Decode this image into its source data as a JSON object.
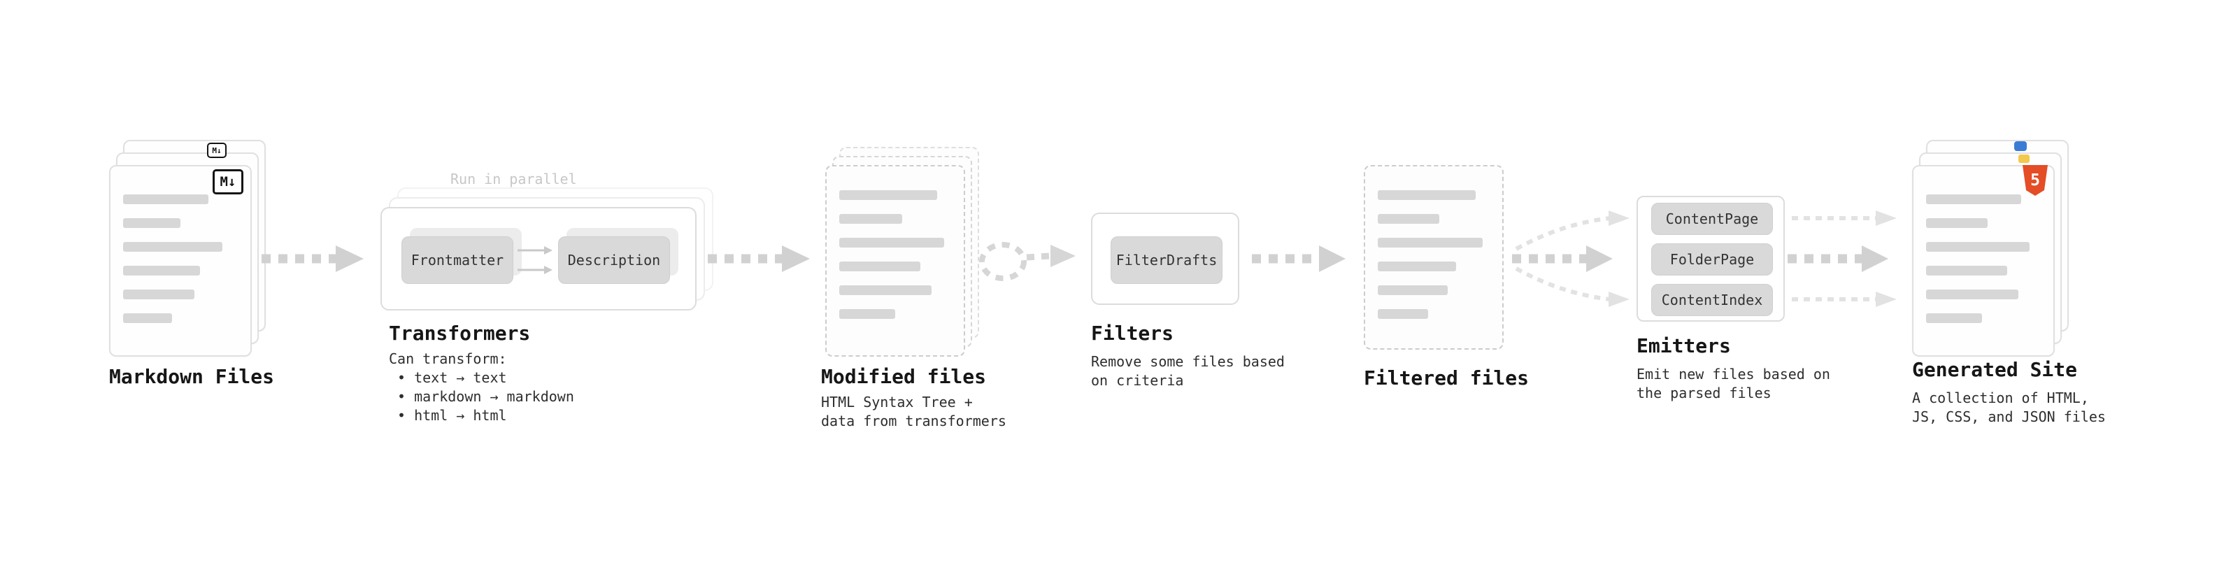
{
  "colors": {
    "background": "#ffffff",
    "label_text": "#161616",
    "description_text": "#2e2e2e",
    "muted_annotation": "#c7c7c7",
    "bar_fill": "#d7d7d7",
    "arrow": "#d1d1d1",
    "arrow_light": "#e2e2e2",
    "pill_background": "#d9d9d9",
    "box_border": "#dcdcdc",
    "html5_orange": "#e44d26",
    "badge_blue": "#3b7bd4",
    "badge_yellow": "#f2c94c"
  },
  "stages": {
    "markdown_files": {
      "label": "Markdown Files",
      "badge_text": "M↓",
      "small_badge_text": "M↓"
    },
    "transformers": {
      "label": "Transformers",
      "annotation": "Run in parallel",
      "pill_left": "Frontmatter",
      "pill_right": "Description",
      "description_title": "Can transform:",
      "bullets": [
        "• text → text",
        "• markdown → markdown",
        "• html → html"
      ]
    },
    "modified_files": {
      "label": "Modified files",
      "description": "HTML Syntax Tree +\ndata from transformers"
    },
    "filters": {
      "label": "Filters",
      "pill": "FilterDrafts",
      "description": "Remove some files based\non criteria"
    },
    "filtered_files": {
      "label": "Filtered files"
    },
    "emitters": {
      "label": "Emitters",
      "pills": [
        "ContentPage",
        "FolderPage",
        "ContentIndex"
      ],
      "description": "Emit new files based on\nthe parsed files"
    },
    "generated_site": {
      "label": "Generated Site",
      "badge_text": "5",
      "description": "A collection of HTML,\nJS, CSS, and JSON files"
    }
  }
}
